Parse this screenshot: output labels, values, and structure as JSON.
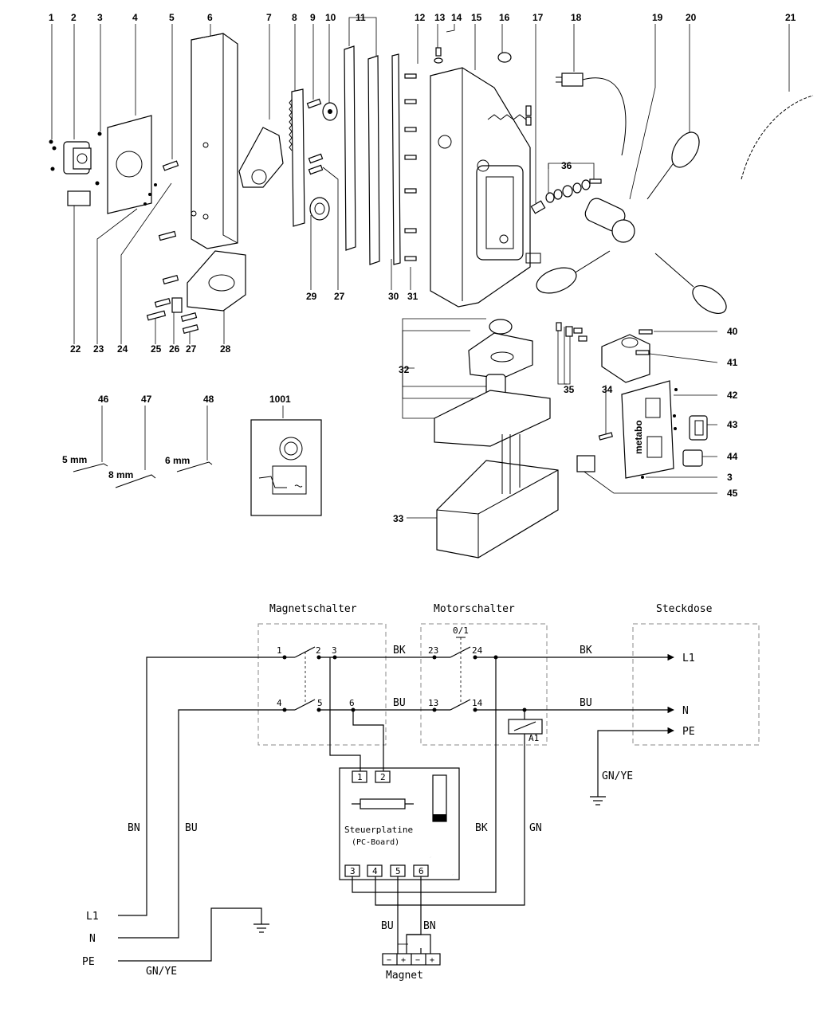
{
  "exploded_view": {
    "callouts": [
      "1",
      "2",
      "3",
      "4",
      "5",
      "6",
      "7",
      "8",
      "9",
      "10",
      "11",
      "12",
      "13",
      "14",
      "15",
      "16",
      "17",
      "18",
      "19",
      "20",
      "21",
      "22",
      "23",
      "24",
      "25",
      "26",
      "27",
      "28",
      "29",
      "27",
      "30",
      "31",
      "32",
      "33",
      "34",
      "35",
      "36",
      "40",
      "41",
      "42",
      "43",
      "44",
      "3",
      "45",
      "46",
      "47",
      "48",
      "1001"
    ],
    "tool_sizes": [
      "5 mm",
      "8 mm",
      "6 mm"
    ],
    "logo_text": "metabo"
  },
  "wiring": {
    "boxes": {
      "magnet_switch": "Magnetschalter",
      "motor_switch": "Motorschalter",
      "socket": "Steckdose"
    },
    "pcb": {
      "title": "Steuerplatine",
      "subtitle": "(PC-Board)",
      "terminals": [
        "1",
        "2",
        "3",
        "4",
        "5",
        "6"
      ]
    },
    "magnet": {
      "label": "Magnet",
      "terminals": [
        "−",
        "+",
        "−",
        "+"
      ]
    },
    "contacts": [
      "1",
      "2",
      "3",
      "4",
      "5",
      "6",
      "23",
      "24",
      "13",
      "14",
      "0/1",
      "A1"
    ],
    "wire_labels": {
      "bk_top_left": "BK",
      "bu_mid_left": "BU",
      "bk_top_right": "BK",
      "bu_mid_right": "BU",
      "gn_ye_socket": "GN/YE",
      "bn_left": "BN",
      "bu_left": "BU",
      "bk_right": "BK",
      "gn_right": "GN",
      "bu_bottom": "BU",
      "bn_bottom": "BN",
      "gn_ye_bottom": "GN/YE"
    },
    "outputs": [
      "L1",
      "N",
      "PE"
    ],
    "inputs": [
      "L1",
      "N",
      "PE"
    ]
  }
}
